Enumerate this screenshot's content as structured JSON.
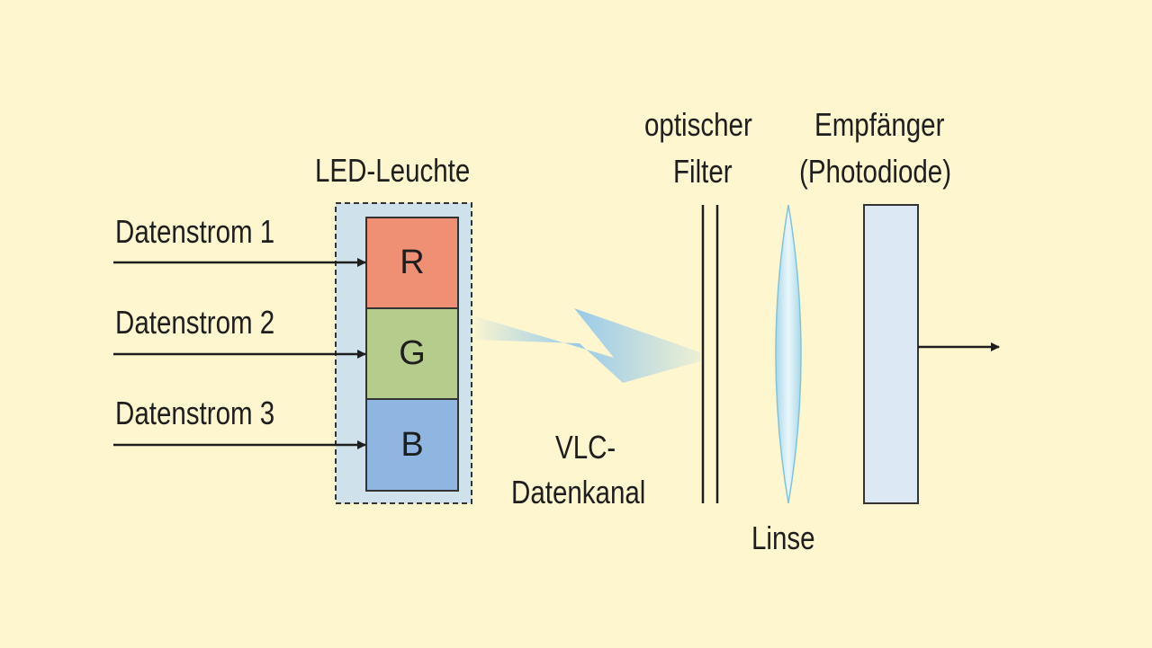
{
  "inputs": [
    {
      "label": "Datenstrom 1"
    },
    {
      "label": "Datenstrom 2"
    },
    {
      "label": "Datenstrom 3"
    }
  ],
  "led": {
    "title": "LED-Leuchte",
    "cells": [
      {
        "label": "R",
        "color": "#ef9075"
      },
      {
        "label": "G",
        "color": "#b5cc8c"
      },
      {
        "label": "B",
        "color": "#8fb6e0"
      }
    ]
  },
  "channel": {
    "line1": "VLC-",
    "line2": "Datenkanal",
    "color": "#8ec6ec"
  },
  "filter": {
    "line1": "optischer",
    "line2": "Filter"
  },
  "lens": {
    "label": "Linse"
  },
  "receiver": {
    "line1": "Empfänger",
    "line2": "(Photodiode)",
    "color": "#dce9f5"
  },
  "colors": {
    "background": "#fdf6cf",
    "led_housing": "#cfe2ec",
    "text": "#1e1e1e"
  }
}
